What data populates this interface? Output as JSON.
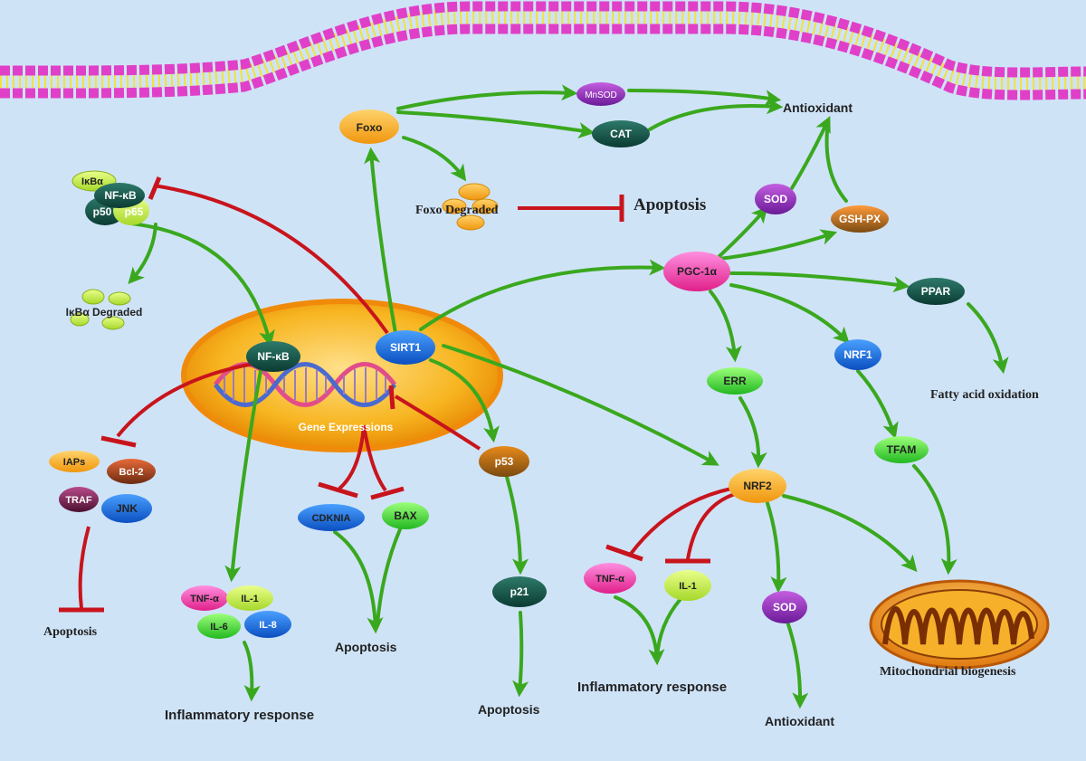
{
  "nodes": {
    "foxo": "Foxo",
    "mnsod": "MnSOD",
    "cat": "CAT",
    "antioxidant_top": "Antioxidant",
    "foxo_degraded": "Foxo Degraded",
    "apoptosis_center": "Apoptosis",
    "sod_top": "SOD",
    "gshpx": "GSH-PX",
    "ikba": "IκBα",
    "nfkb_complex": "NF-κB",
    "p50": "p50",
    "p65": "p65",
    "ikba_degraded": "IκBα Degraded",
    "pgc1a": "PGC-1α",
    "ppar": "PPAR",
    "nrf1": "NRF1",
    "err": "ERR",
    "fatty_acid": "Fatty acid oxidation",
    "nfkb_nucleus": "NF-κB",
    "sirt1": "SIRT1",
    "gene_expressions": "Gene Expressions",
    "p53": "p53",
    "iaps": "IAPs",
    "bcl2": "Bcl-2",
    "traf": "TRAF",
    "jnk": "JNK",
    "apoptosis_left": "Apoptosis",
    "cdknia": "CDKNIA",
    "bax": "BAX",
    "apoptosis_mid": "Apoptosis",
    "tfam": "TFAM",
    "nrf2": "NRF2",
    "p21": "p21",
    "tnfa_left": "TNF-α",
    "il1_left": "IL-1",
    "il6": "IL-6",
    "il8": "IL-8",
    "inflam_left": "Inflammatory response",
    "apoptosis_p21": "Apoptosis",
    "tnfa_right": "TNF-α",
    "il1_right": "IL-1",
    "inflam_right": "Inflammatory response",
    "sod_bottom": "SOD",
    "antioxidant_bottom": "Antioxidant",
    "mito_bio": "Mitochondrial biogenesis"
  },
  "colors": {
    "activation": "#3aa81e",
    "inhibition": "#c8141c",
    "background": "#cfe3f7",
    "membrane_head": "#e040c8",
    "membrane_tail": "#f2e23a",
    "nucleus": "#f5a00c"
  }
}
